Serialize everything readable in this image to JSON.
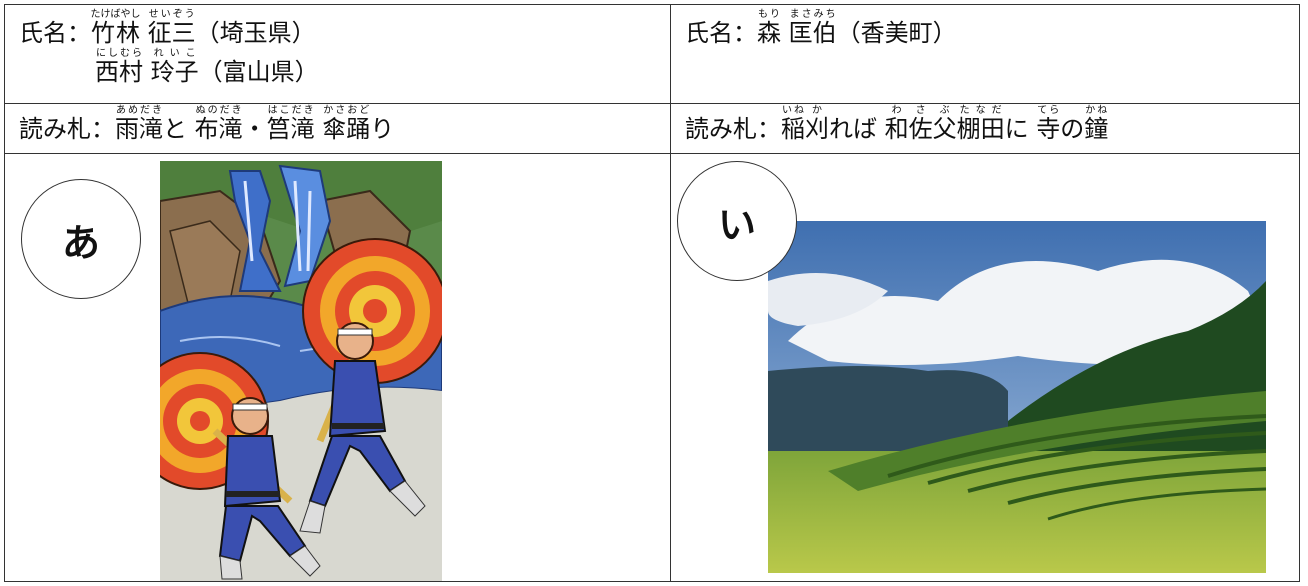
{
  "left": {
    "name_label": "氏名：",
    "names": [
      {
        "parts": [
          {
            "text": "竹林",
            "ruby": "たけばやし"
          },
          {
            "text": " "
          },
          {
            "text": "征三",
            "ruby": "せいぞう"
          },
          {
            "text": "（埼玉県）"
          }
        ]
      },
      {
        "parts": [
          {
            "text": "西村",
            "ruby": "にしむら"
          },
          {
            "text": " "
          },
          {
            "text": "玲子",
            "ruby": "れいこ"
          },
          {
            "text": "（富山県）"
          }
        ]
      }
    ],
    "reading_label": "読み札：",
    "reading": [
      {
        "text": "雨滝",
        "ruby": "あめだき"
      },
      {
        "text": "と "
      },
      {
        "text": "布滝",
        "ruby": "ぬのだき"
      },
      {
        "text": "・"
      },
      {
        "text": "筥滝",
        "ruby": "はこだき"
      },
      {
        "text": " "
      },
      {
        "text": "傘踊",
        "ruby": "かさおど"
      },
      {
        "text": "り"
      }
    ],
    "marker": "あ"
  },
  "right": {
    "name_label": "氏名：",
    "names": [
      {
        "parts": [
          {
            "text": "森",
            "ruby": "もり"
          },
          {
            "text": " "
          },
          {
            "text": "匡伯",
            "ruby": "まさみち"
          },
          {
            "text": "（香美町）"
          }
        ]
      }
    ],
    "reading_label": "読み札：",
    "reading": [
      {
        "text": "稲",
        "ruby": "いね"
      },
      {
        "text": "刈",
        "ruby": "か"
      },
      {
        "text": "れば "
      },
      {
        "text": "和",
        "ruby": "わ"
      },
      {
        "text": "佐",
        "ruby": "さ"
      },
      {
        "text": "父",
        "ruby": "ぶ"
      },
      {
        "text": "棚田",
        "ruby": "たなだ"
      },
      {
        "text": "に "
      },
      {
        "text": "寺",
        "ruby": "てら"
      },
      {
        "text": "の"
      },
      {
        "text": "鐘",
        "ruby": "かね"
      }
    ],
    "marker": "い"
  }
}
